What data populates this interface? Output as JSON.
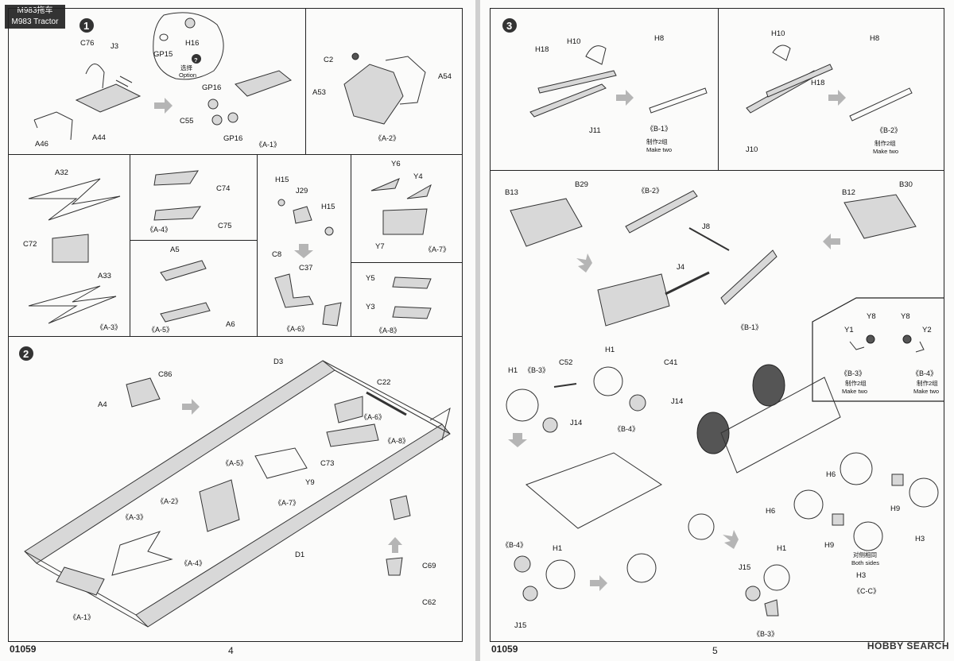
{
  "header": {
    "model_cn": "M983拖车",
    "model_en": "M983 Tractor"
  },
  "footer": {
    "code_left": "01059",
    "page_left": "4",
    "code_right": "01059",
    "page_right": "5"
  },
  "watermark": "HOBBY SEARCH",
  "steps": [
    "1",
    "2",
    "3"
  ],
  "step1": {
    "labels": {
      "c76": "C76",
      "j3": "J3",
      "a44": "A44",
      "a46": "A46",
      "gp15": "GP15",
      "h16": "H16",
      "gp16a": "GP16",
      "gp16b": "GP16",
      "c55": "C55"
    },
    "option_cn": "选择",
    "option_en": "Option",
    "assembly": "《A-1》"
  },
  "a2": {
    "labels": {
      "c2": "C2",
      "a53": "A53",
      "a54": "A54"
    },
    "assembly": "《A-2》"
  },
  "a3": {
    "labels": {
      "a32": "A32",
      "c72": "C72",
      "a33": "A33"
    },
    "assembly": "《A-3》"
  },
  "a4": {
    "labels": {
      "c74": "C74",
      "c75": "C75"
    },
    "assembly": "《A-4》"
  },
  "a5": {
    "labels": {
      "a5": "A5",
      "a6": "A6"
    },
    "assembly": "《A-5》"
  },
  "a6": {
    "labels": {
      "h15a": "H15",
      "j29": "J29",
      "h15b": "H15",
      "c8": "C8",
      "c37": "C37"
    },
    "assembly": "《A-6》"
  },
  "a7": {
    "labels": {
      "y6": "Y6",
      "y4": "Y4",
      "y7": "Y7"
    },
    "assembly": "《A-7》"
  },
  "a8": {
    "labels": {
      "y5": "Y5",
      "y3": "Y3"
    },
    "assembly": "《A-8》"
  },
  "step2": {
    "labels": {
      "c86": "C86",
      "a4": "A4",
      "d3": "D3",
      "c22": "C22",
      "c73": "C73",
      "y9": "Y9",
      "d1": "D1",
      "c69": "C69",
      "c62": "C62"
    },
    "refs": {
      "a6": "《A-6》",
      "a8": "《A-8》",
      "a5": "《A-5》",
      "a2": "《A-2》",
      "a7": "《A-7》",
      "a3": "《A-3》",
      "a4": "《A-4》",
      "a1": "《A-1》"
    }
  },
  "step3": {
    "b1": {
      "labels": {
        "h18": "H18",
        "h10": "H10",
        "h8": "H8",
        "j11": "J11"
      },
      "assembly": "《B-1》",
      "make_cn": "制作2组",
      "make_en": "Make two"
    },
    "b2": {
      "labels": {
        "h10": "H10",
        "h8": "H8",
        "h18": "H18",
        "j10": "J10"
      },
      "assembly": "《B-2》",
      "make_cn": "制作2组",
      "make_en": "Make two"
    },
    "axles": {
      "labels": {
        "b13": "B13",
        "b29": "B29",
        "j8": "J8",
        "j4": "J4",
        "b12": "B12",
        "b30": "B30"
      },
      "ref_b2": "《B-2》",
      "ref_b1": "《B-1》"
    },
    "b34": {
      "labels": {
        "y8a": "Y8",
        "y1": "Y1",
        "y8b": "Y8",
        "y2": "Y2"
      },
      "b3": "《B-3》",
      "b4": "《B-4》",
      "make_cn": "制作2组",
      "make_en": "Make two"
    },
    "wheels": {
      "labels": {
        "h1a": "H1",
        "c52": "C52",
        "j14a": "J14",
        "h1b": "H1",
        "c41": "C41",
        "j14b": "J14",
        "h6a": "H6",
        "h9a": "H9",
        "h3a": "H3",
        "h6b": "H6",
        "h9b": "H9",
        "h3b": "H3",
        "h1c": "H1",
        "h1d": "H1",
        "j15a": "J15",
        "j15b": "J15"
      },
      "ref_b3a": "《B-3》",
      "ref_b4a": "《B-4》",
      "ref_b4b": "《B-4》",
      "ref_b3b": "《B-3》",
      "both_cn": "对侧相同",
      "both_en": "Both sides",
      "assembly": "《C-C》"
    }
  }
}
